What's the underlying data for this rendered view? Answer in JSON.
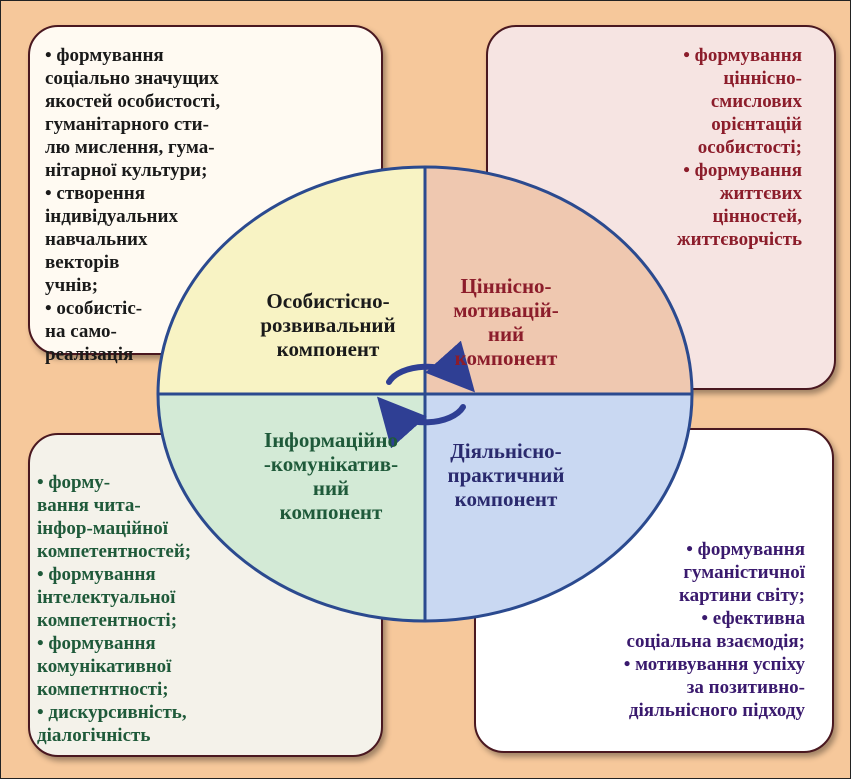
{
  "cards": {
    "top_left": "• формування\nсоціально значущих\nякостей особистості,\nгуманітарного сти-\nлю мислення, гума-\nнітарної культури;\n• створення\nіндивідуальних\nнавчальних\nвекторів\nучнів;\n• особистіс-\nна само-\nреалізація",
    "top_right": "• формування\nціннісно-\nсмислових\nорієнтацій\nособистості;\n• формування\nжиттєвих\nцінностей,\nжиттєворчість",
    "bottom_left": "• форму-\nвання чита-\nінфор-маційної\nкомпетентностей;\n• формування\nінтелектуальної\nкомпетентності;\n• формування\nкомунікативної\nкомпетнтності;\n• дискурсивність,\nдіалогічність",
    "bottom_right": "• формування\nгуманістичної\nкартини світу;\n• ефективна\nсоціальна взаємодія;\n• мотивування успіху\nза позитивно-\nдіяльнісного підходу"
  },
  "quadrants": {
    "top_left": "Особистісно-\nрозвивальний\nкомпонент",
    "top_right": "Ціннісно-\nмотивацій-\nний\nкомпонент",
    "bottom_left": "Інформаційно\n-комунікатив-\nний\nкомпонент",
    "bottom_right": "Діяльнісно-\nпрактичний\nкомпонент"
  },
  "colors": {
    "background": "#f6c89b",
    "q_top_left": "#f8f3c4",
    "q_top_right": "#efc8b0",
    "q_bottom_left": "#d3ead6",
    "q_bottom_right": "#c9d8f2",
    "outline": "#2b4a8f",
    "cycle_arrows": "#2f3f94"
  },
  "icons": {
    "cycle": "cycle-arrows-icon"
  }
}
